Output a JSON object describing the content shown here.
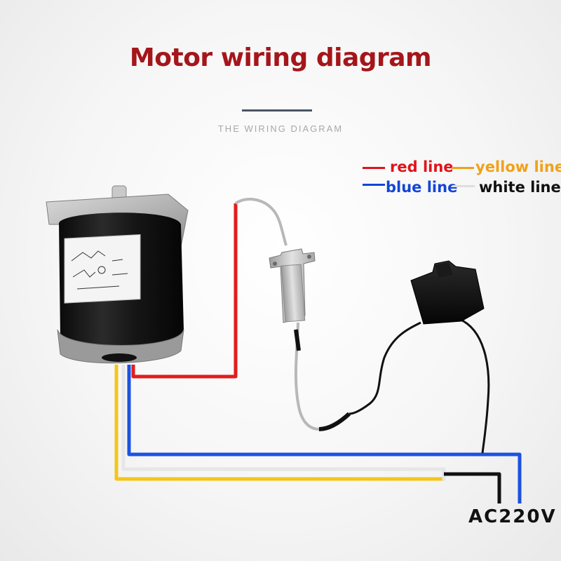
{
  "title": "Motor wiring diagram",
  "subtitle": "THE WIRING DIAGRAM",
  "legend": {
    "red": {
      "label": "red line",
      "color": "#e0141b"
    },
    "yellow": {
      "label": "yellow line",
      "color": "#f0a11a"
    },
    "blue": {
      "label": "blue line",
      "color": "#1346d6"
    },
    "white": {
      "label": "white line",
      "color": "#111111"
    }
  },
  "wire_colors": {
    "red": "#e41c1c",
    "yellow": "#f5c518",
    "blue": "#1c52e0",
    "white": "#e6e6e6",
    "black": "#111111"
  },
  "power": {
    "label": "AC220V"
  }
}
